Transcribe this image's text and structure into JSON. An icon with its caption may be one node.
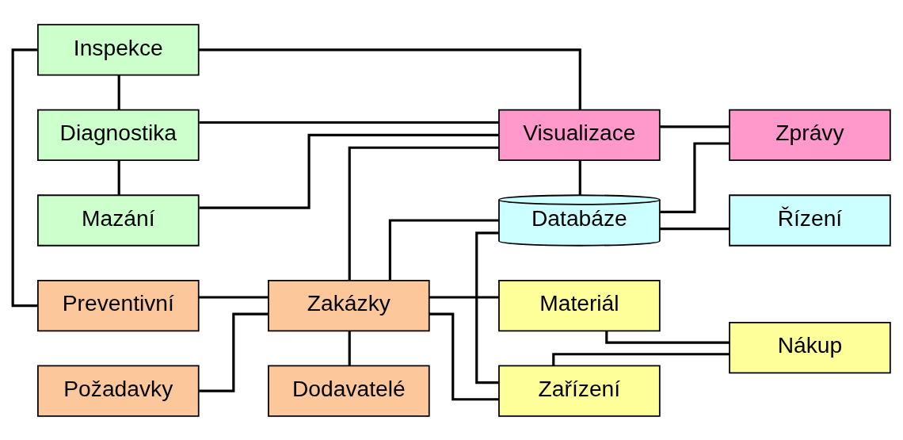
{
  "diagram": {
    "nodes": [
      {
        "text": [
          "Dodavatelé"
        ]
      },
      {
        "text": [
          "Požadavky"
        ]
      },
      {
        "text": [
          "Materiál"
        ]
      },
      {
        "text": [
          "Preventivní"
        ]
      },
      {
        "text": [
          "Zakázky"
        ]
      },
      {
        "text": [
          "Zařízení"
        ]
      },
      {
        "text": [
          "Nákup"
        ]
      },
      {
        "text": [
          "Inspekce"
        ]
      },
      {
        "text": [
          "Databáze"
        ]
      },
      {
        "text": [
          "Řízení"
        ]
      },
      {
        "text": [
          "Diagnostika"
        ]
      },
      {
        "text": [
          "Mazání"
        ]
      },
      {
        "text": [
          "Visualizace"
        ]
      },
      {
        "text": [
          "Zprávy"
        ]
      }
    ],
    "edges": [
      {
        "from": 0,
        "to": 4,
        "arrow": "none"
      },
      {
        "from": 1,
        "to": 4,
        "arrow": "none"
      },
      {
        "from": 3,
        "to": 4,
        "arrow": "none"
      },
      {
        "from": 4,
        "to": 2,
        "arrow": "none"
      },
      {
        "from": 4,
        "to": 5,
        "arrow": "none"
      },
      {
        "from": 4,
        "to": 8,
        "arrow": "none"
      },
      {
        "from": 4,
        "to": 12,
        "arrow": "none"
      },
      {
        "from": 2,
        "to": 6,
        "arrow": "none"
      },
      {
        "from": 5,
        "to": 6,
        "arrow": "none"
      },
      {
        "from": 5,
        "to": 8,
        "arrow": "none"
      },
      {
        "from": 8,
        "to": 9,
        "arrow": "none"
      },
      {
        "from": 8,
        "to": 13,
        "arrow": "none"
      },
      {
        "from": 8,
        "to": 12,
        "arrow": "none"
      },
      {
        "from": 12,
        "to": 13,
        "arrow": "none"
      },
      {
        "from": 3,
        "to": 7,
        "arrow": "none"
      },
      {
        "from": 7,
        "to": 10,
        "arrow": "none"
      },
      {
        "from": 10,
        "to": 11,
        "arrow": "none"
      },
      {
        "from": 7,
        "to": 12,
        "arrow": "none"
      },
      {
        "from": 10,
        "to": 12,
        "arrow": "none"
      },
      {
        "from": 11,
        "to": 12,
        "arrow": "none"
      }
    ]
  }
}
